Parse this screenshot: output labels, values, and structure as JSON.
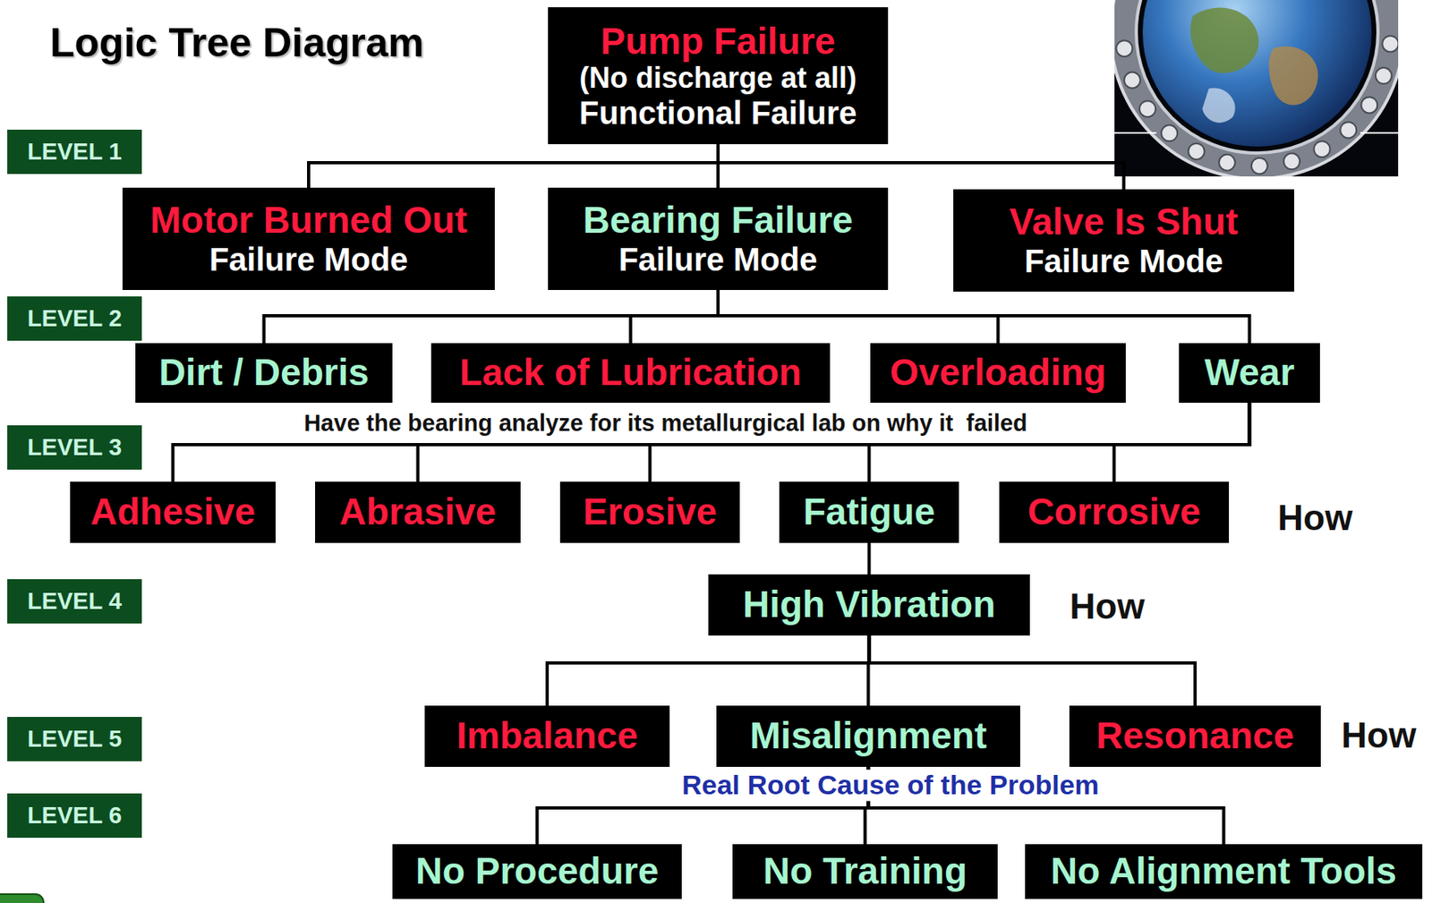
{
  "diagram": {
    "title": "Logic Tree Diagram",
    "nodes": [
      {
        "text": [
          "Pump Failure",
          "(No discharge at all)",
          "Functional Failure"
        ]
      },
      {
        "text": [
          "LEVEL 1"
        ]
      },
      {
        "text": [
          "Motor Burned Out",
          "Failure Mode"
        ]
      },
      {
        "text": [
          "Bearing Failure",
          "Failure Mode"
        ]
      },
      {
        "text": [
          "Valve Is Shut",
          "Failure Mode"
        ]
      },
      {
        "text": [
          "LEVEL 2"
        ]
      },
      {
        "text": [
          "Dirt / Debris"
        ]
      },
      {
        "text": [
          "Lack of Lubrication"
        ]
      },
      {
        "text": [
          "Overloading"
        ]
      },
      {
        "text": [
          "Wear"
        ]
      },
      {
        "text": [
          "LEVEL 3"
        ]
      },
      {
        "text": [
          "Adhesive"
        ]
      },
      {
        "text": [
          "Abrasive"
        ]
      },
      {
        "text": [
          "Erosive"
        ]
      },
      {
        "text": [
          "Fatigue"
        ]
      },
      {
        "text": [
          "Corrosive"
        ]
      },
      {
        "text": [
          "LEVEL 4"
        ]
      },
      {
        "text": [
          "High Vibration"
        ]
      },
      {
        "text": [
          "LEVEL 5"
        ]
      },
      {
        "text": [
          "Imbalance"
        ]
      },
      {
        "text": [
          "Misalignment"
        ]
      },
      {
        "text": [
          "Resonance"
        ]
      },
      {
        "text": [
          "LEVEL 6"
        ]
      },
      {
        "text": [
          "No Procedure"
        ]
      },
      {
        "text": [
          "No Training"
        ]
      },
      {
        "text": [
          "No Alignment Tools"
        ]
      }
    ],
    "edges": [
      {
        "from": 0,
        "to": 2,
        "arrow": "none"
      },
      {
        "from": 0,
        "to": 3,
        "arrow": "none"
      },
      {
        "from": 0,
        "to": 4,
        "arrow": "none"
      },
      {
        "from": 3,
        "to": 6,
        "arrow": "none"
      },
      {
        "from": 3,
        "to": 7,
        "arrow": "none"
      },
      {
        "from": 3,
        "to": 8,
        "arrow": "none"
      },
      {
        "from": 3,
        "to": 9,
        "arrow": "none"
      },
      {
        "from": 9,
        "to": 11,
        "arrow": "none"
      },
      {
        "from": 9,
        "to": 12,
        "arrow": "none"
      },
      {
        "from": 9,
        "to": 13,
        "arrow": "none"
      },
      {
        "from": 9,
        "to": 14,
        "arrow": "none"
      },
      {
        "from": 9,
        "to": 15,
        "arrow": "none"
      },
      {
        "from": 14,
        "to": 17,
        "arrow": "none"
      },
      {
        "from": 17,
        "to": 19,
        "arrow": "none"
      },
      {
        "from": 17,
        "to": 20,
        "arrow": "none"
      },
      {
        "from": 17,
        "to": 21,
        "arrow": "none"
      },
      {
        "from": 20,
        "to": 23,
        "arrow": "none"
      },
      {
        "from": 20,
        "to": 24,
        "arrow": "none"
      },
      {
        "from": 20,
        "to": 25,
        "arrow": "none"
      }
    ],
    "labels": [
      "Have the bearing analyze for its metallurgical lab on why it  failed",
      "How",
      "How",
      "How",
      "Real Root Cause of the Problem"
    ]
  }
}
